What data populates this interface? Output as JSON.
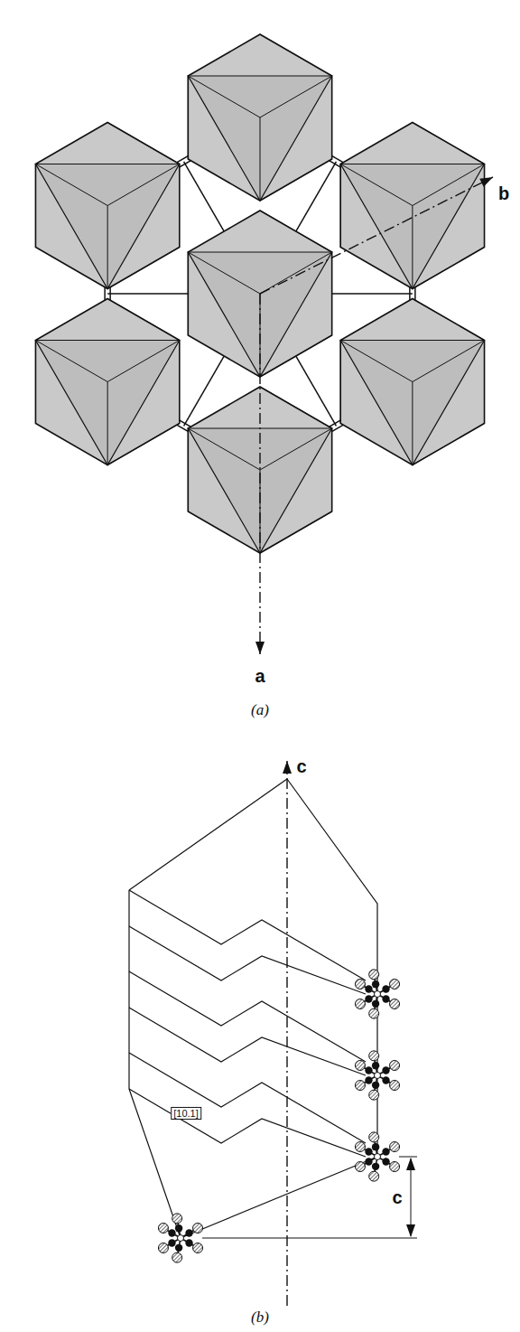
{
  "diagram": {
    "labels": [
      "b",
      "a",
      "(a)",
      "c",
      "[10.1]",
      "c",
      "(b)"
    ]
  }
}
